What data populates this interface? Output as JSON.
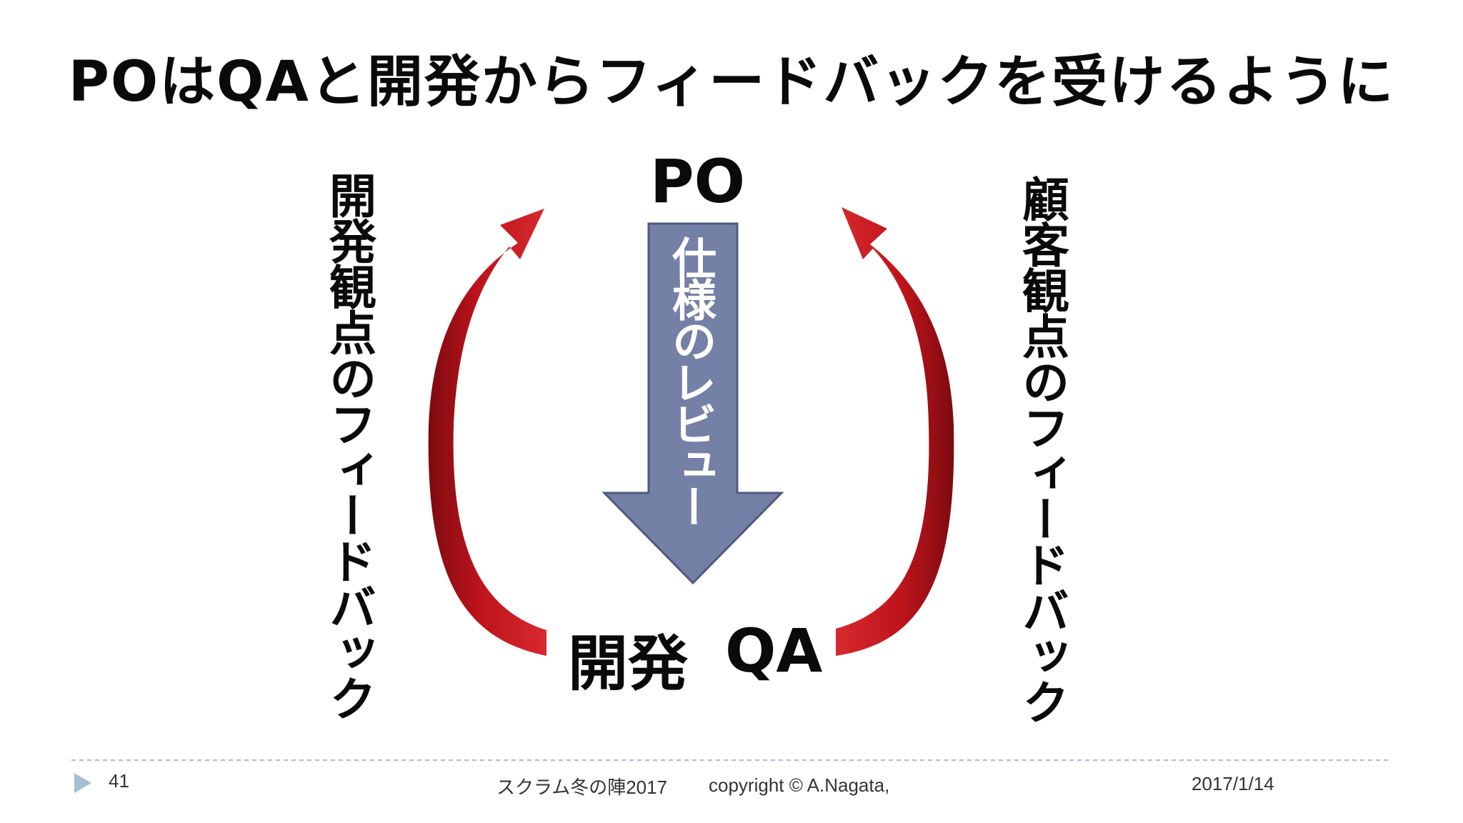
{
  "slide": {
    "title": "POはQAと開発からフィードバックを受けるように"
  },
  "diagram": {
    "top_node": "PO",
    "bottom_left_node": "開発",
    "bottom_right_node": "QA",
    "center_arrow_label": "仕様のレビュー",
    "left_feedback_label": "開発観点のフィードバック",
    "right_feedback_label": "顧客観点のフィードバック",
    "colors": {
      "feedback_arrow": "#c0141c",
      "review_arrow_fill": "#7580a6",
      "review_arrow_stroke": "#4f5a82",
      "text": "#0a0a0a"
    }
  },
  "footer": {
    "page_number": "41",
    "event": "スクラム冬の陣2017",
    "copyright": "copyright © A.Nagata,",
    "date": "2017/1/14",
    "bullet_icon": "triangle-right-icon",
    "accent_color": "#a7bfd4"
  }
}
